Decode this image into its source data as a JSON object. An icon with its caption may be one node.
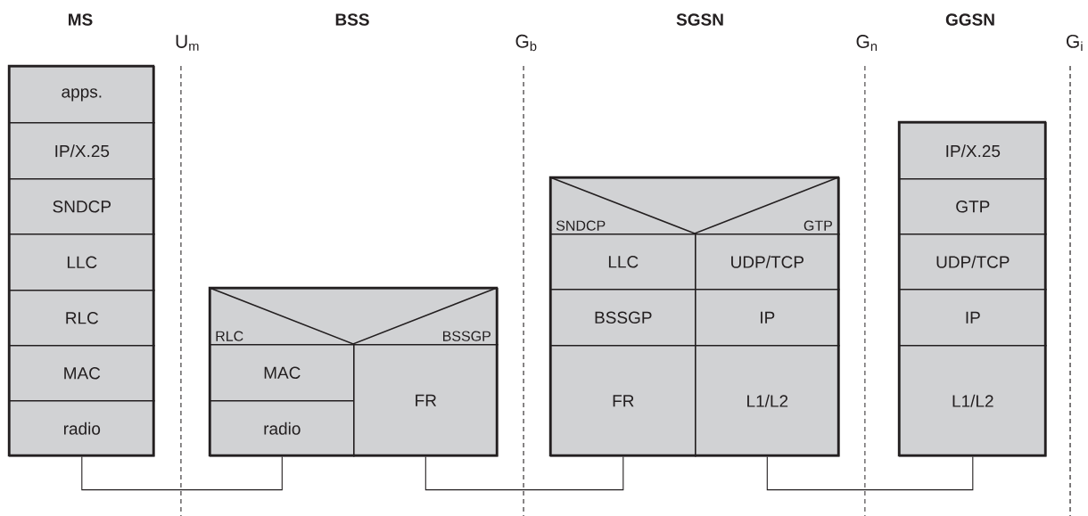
{
  "diagram": {
    "nodes": [
      {
        "text": [
          "apps."
        ]
      },
      {
        "text": [
          "IP/X.25"
        ]
      },
      {
        "text": [
          "SNDCP"
        ]
      },
      {
        "text": [
          "LLC"
        ]
      },
      {
        "text": [
          "RLC"
        ]
      },
      {
        "text": [
          "MAC"
        ]
      },
      {
        "text": [
          "radio"
        ]
      },
      {
        "text": [
          "RLC",
          "BSSGP"
        ]
      },
      {
        "text": [
          "MAC"
        ]
      },
      {
        "text": [
          "radio"
        ]
      },
      {
        "text": [
          "FR"
        ]
      },
      {
        "text": [
          "SNDCP",
          "GTP"
        ]
      },
      {
        "text": [
          "LLC"
        ]
      },
      {
        "text": [
          "UDP/TCP"
        ]
      },
      {
        "text": [
          "BSSGP"
        ]
      },
      {
        "text": [
          "IP"
        ]
      },
      {
        "text": [
          "FR"
        ]
      },
      {
        "text": [
          "L1/L2"
        ]
      },
      {
        "text": [
          "IP/X.25"
        ]
      },
      {
        "text": [
          "GTP"
        ]
      },
      {
        "text": [
          "UDP/TCP"
        ]
      },
      {
        "text": [
          "IP"
        ]
      },
      {
        "text": [
          "L1/L2"
        ]
      }
    ],
    "edges": [
      {
        "from": 6,
        "to": 9,
        "arrow": "none"
      },
      {
        "from": 10,
        "to": 16,
        "arrow": "none"
      },
      {
        "from": 17,
        "to": 22,
        "arrow": "none"
      }
    ],
    "labels": [
      "MS",
      "BSS",
      "SGSN",
      "GGSN",
      "U$_{m}$",
      "G$_{b}$",
      "G$_{n}$",
      "G$_{i}$"
    ]
  }
}
